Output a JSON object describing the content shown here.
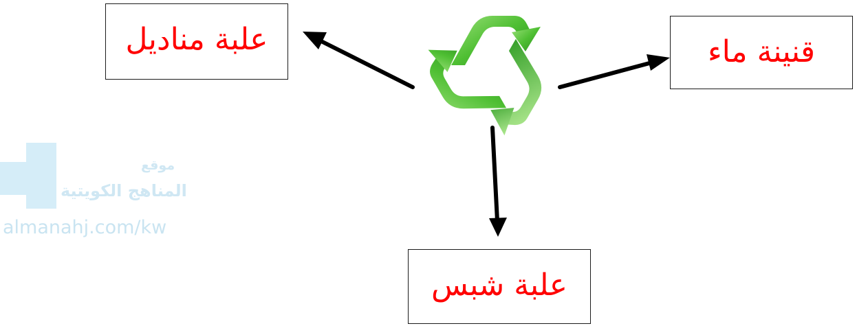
{
  "boxes": {
    "tissue_can": "علبة مناديل",
    "water_bottle": "قنينة ماء",
    "chips_can": "علبة شبس"
  },
  "center_symbol": "recycle-icon",
  "watermark": {
    "line1": "موقع",
    "line2": "المناهج الكويتية",
    "url": "almanahj.com/kw"
  },
  "colors": {
    "label_text": "#ff0000",
    "box_border": "#1a1a1a",
    "arrow": "#000000",
    "recycle_green": "#3fae2a",
    "watermark": "#d5edf8"
  }
}
